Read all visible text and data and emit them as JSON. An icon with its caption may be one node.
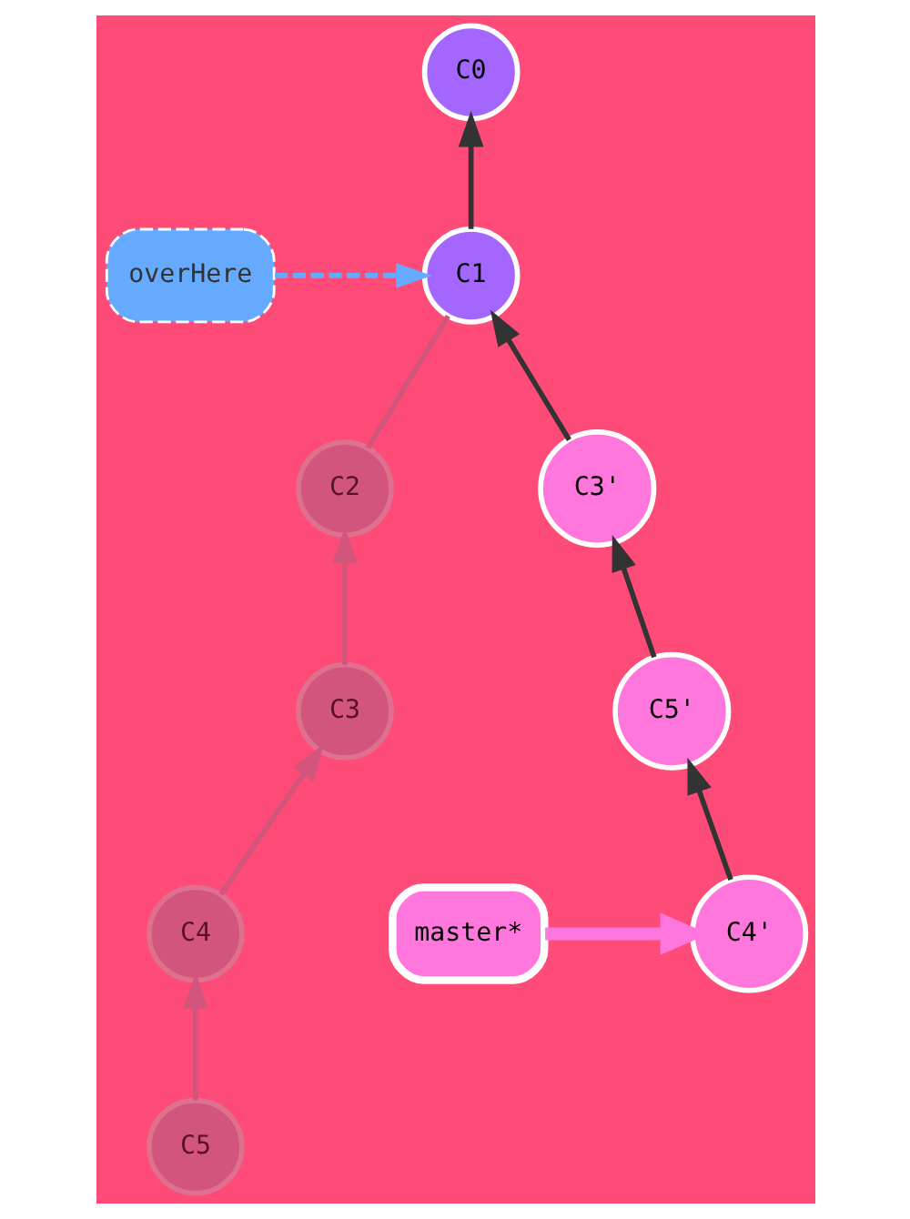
{
  "diagram": {
    "nodes": [
      {
        "text": [
          "C0"
        ]
      },
      {
        "text": [
          "C1"
        ]
      },
      {
        "text": [
          "overHere"
        ]
      },
      {
        "text": [
          "C2"
        ]
      },
      {
        "text": [
          "C3'"
        ]
      },
      {
        "text": [
          "C3"
        ]
      },
      {
        "text": [
          "C5'"
        ]
      },
      {
        "text": [
          "C4"
        ]
      },
      {
        "text": [
          "C4'"
        ]
      },
      {
        "text": [
          "master*"
        ]
      },
      {
        "text": [
          "C5"
        ]
      }
    ],
    "edges": [
      {
        "from": 1,
        "to": 0,
        "arrow": "to"
      },
      {
        "from": 2,
        "to": 1,
        "arrow": "to",
        "style": "dashed",
        "color": "#66aaff"
      },
      {
        "from": 3,
        "to": 1,
        "arrow": "none",
        "color": "#d2557c"
      },
      {
        "from": 4,
        "to": 1,
        "arrow": "to"
      },
      {
        "from": 5,
        "to": 3,
        "arrow": "to",
        "color": "#d2557c"
      },
      {
        "from": 6,
        "to": 4,
        "arrow": "to"
      },
      {
        "from": 7,
        "to": 5,
        "arrow": "to",
        "color": "#d2557c"
      },
      {
        "from": 10,
        "to": 7,
        "arrow": "to",
        "color": "#d2557c"
      },
      {
        "from": 8,
        "to": 6,
        "arrow": "to"
      },
      {
        "from": 9,
        "to": 8,
        "arrow": "to",
        "style": "thick",
        "color": "#ff77dd"
      }
    ]
  }
}
